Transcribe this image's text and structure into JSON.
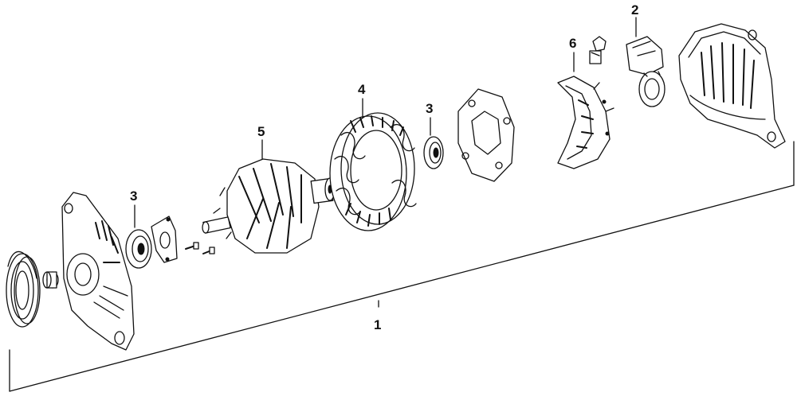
{
  "diagram": {
    "title": "",
    "callouts": {
      "assembly": "1",
      "regulator": "2",
      "bearing_front": "3",
      "bearing_rear": "3",
      "stator": "4",
      "rotor": "5",
      "rectifier": "6"
    }
  }
}
